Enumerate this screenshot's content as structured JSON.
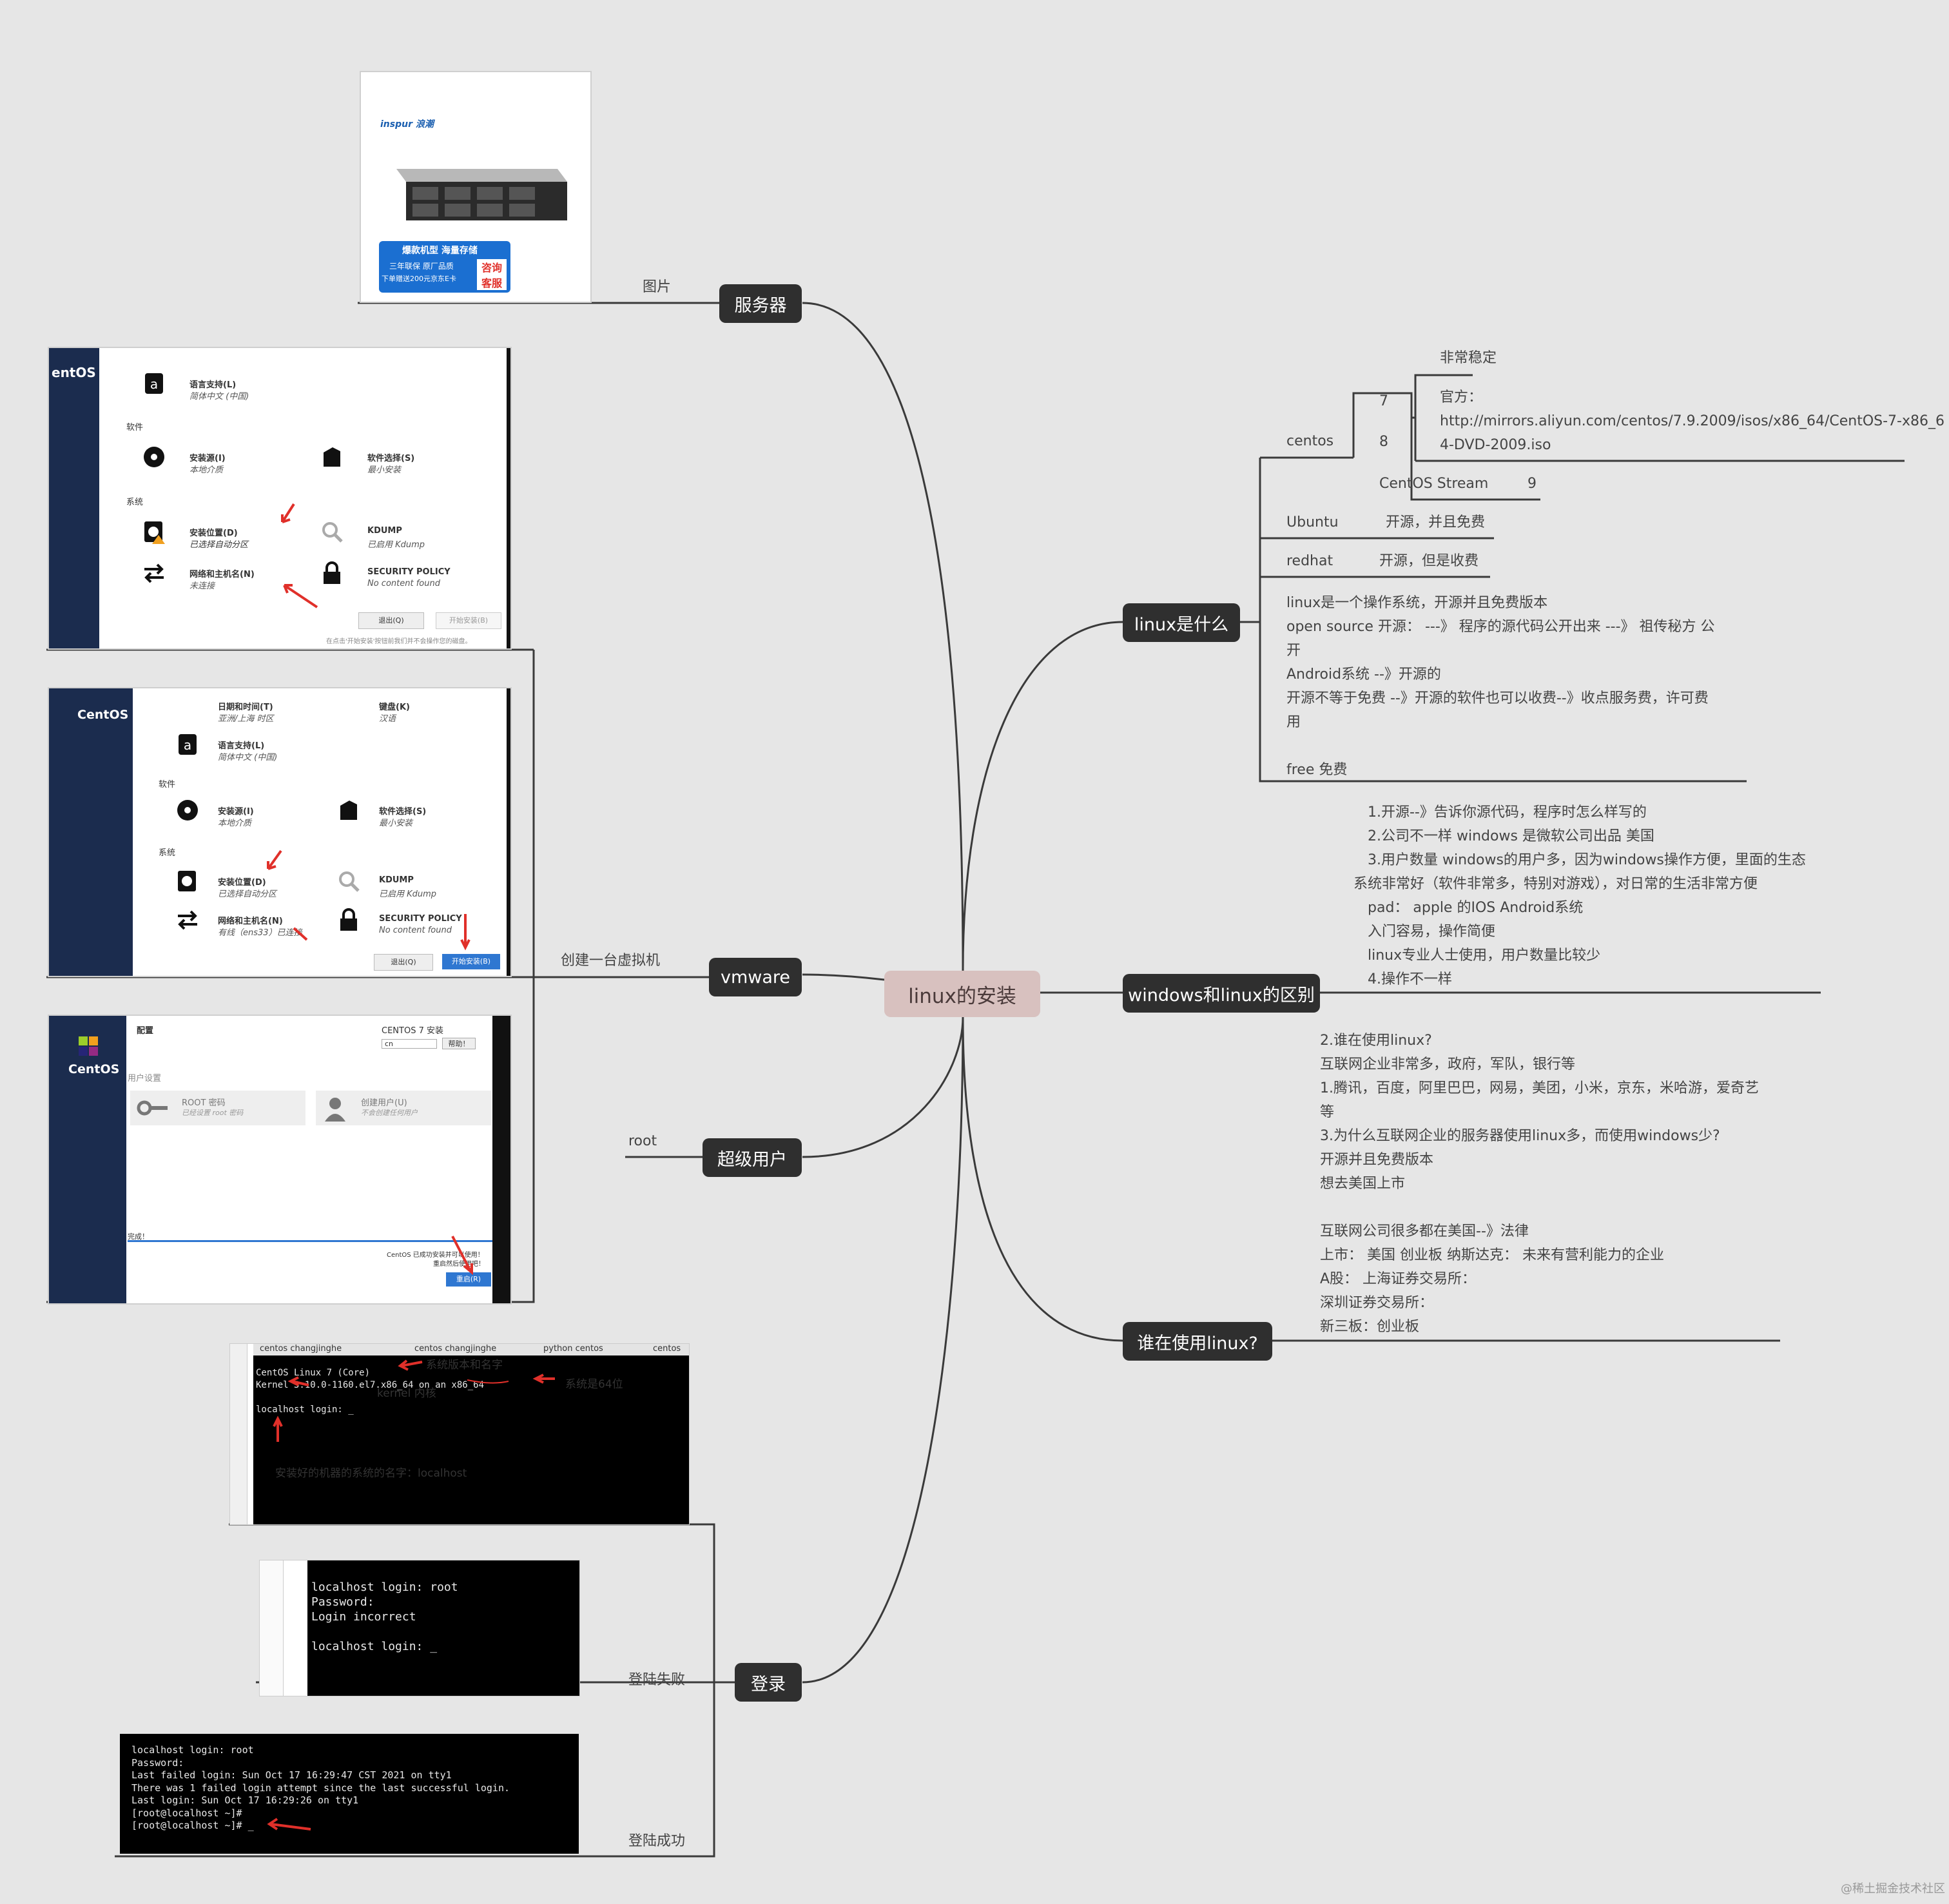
{
  "root": {
    "label": "linux的安装"
  },
  "branches": {
    "server": {
      "label": "服务器",
      "sub_label": "图片"
    },
    "vmware": {
      "label": "vmware",
      "sub_label": "创建一台虚拟机"
    },
    "superuser": {
      "label": "超级用户",
      "sub_label": "root"
    },
    "login": {
      "label": "登录",
      "fail_label": "登陆失败",
      "success_label": "登陆成功"
    },
    "what": {
      "label": "linux是什么",
      "centos": "centos",
      "v7": "7",
      "v8": "8",
      "stable": "非常稳定",
      "official": "官方：",
      "url_line1": "http://mirrors.aliyun.com/centos/7.9.2009/isos/x86_64/CentOS-7-x86_6",
      "url_line2": "4-DVD-2009.iso",
      "stream": "CentOS Stream",
      "v9": "9",
      "ubuntu": "Ubuntu",
      "ubuntu_desc": "开源，并且免费",
      "redhat": "redhat",
      "redhat_desc": "开源，但是收费",
      "desc_lines": [
        "linux是一个操作系统，开源并且免费版本",
        "   open source 开源：  ---》 程序的源代码公开出来 ---》  祖传秘方  公",
        "开",
        "   Android系统 --》开源的",
        "   开源不等于免费  --》开源的软件也可以收费--》收点服务费，许可费",
        "用",
        "",
        "   free 免费"
      ]
    },
    "diff": {
      "label": "windows和linux的区别",
      "lines": [
        "1.开源--》告诉你源代码，程序时怎么样写的",
        "2.公司不一样  windows 是微软公司出品 美国",
        "3.用户数量  windows的用户多，因为windows操作方便，里面的生态",
        "系统非常好（软件非常多，特别对游戏），对日常的生活非常方便",
        "  pad：  apple 的IOS   Android系统",
        "  入门容易，操作简便",
        "  linux专业人士使用，用户数量比较少",
        "4.操作不一样"
      ]
    },
    "who": {
      "label": "谁在使用linux?",
      "lines": [
        "2.谁在使用linux?",
        " 互联网企业非常多，政府，军队，银行等",
        " 1.腾讯，百度，阿里巴巴，网易，美团，小米，京东，米哈游，爱奇艺",
        "等",
        "3.为什么互联网企业的服务器使用linux多，而使用windows少?",
        " 开源并且免费版本",
        " 想去美国上市",
        "",
        " 互联网公司很多都在美国--》法律",
        " 上市：  美国 创业板 纳斯达克：  未来有营利能力的企业",
        " A股：   上海证券交易所：",
        " 深圳证券交易所：",
        " 新三板：创业板"
      ]
    }
  },
  "images": {
    "server": {
      "brand": "inspur 浪潮",
      "banner1": "爆款机型 海量存储",
      "banner2": "三年联保 原厂品质",
      "banner3": "下单赠送200元京东E卡",
      "cta": "咨询客服"
    },
    "install1": {
      "logo": "entOS",
      "lang_title": "语言支持(L)",
      "lang_sub": "简体中文 (中国)",
      "software": "软件",
      "source_title": "安装源(I)",
      "source_sub": "本地介质",
      "select_title": "软件选择(S)",
      "select_sub": "最小安装",
      "system": "系统",
      "dest_title": "安装位置(D)",
      "dest_sub": "已选择自动分区",
      "kdump_title": "KDUMP",
      "kdump_sub": "已启用 Kdump",
      "net_title": "网络和主机名(N)",
      "net_sub": "未连接",
      "sec_title": "SECURITY POLICY",
      "sec_sub": "No content found",
      "quit": "退出(Q)",
      "begin": "开始安装(B)",
      "note": "在点击'开始安装'按钮前我们并不会操作您的磁盘。"
    },
    "install2": {
      "logo": "CentOS",
      "time_title": "日期和时间(T)",
      "time_sub": "亚洲/上海 时区",
      "kbd_title": "键盘(K)",
      "kbd_sub": "汉语",
      "lang_title": "语言支持(L)",
      "lang_sub": "简体中文 (中国)",
      "software": "软件",
      "source_title": "安装源(I)",
      "source_sub": "本地介质",
      "select_title": "软件选择(S)",
      "select_sub": "最小安装",
      "system": "系统",
      "dest_title": "安装位置(D)",
      "dest_sub": "已选择自动分区",
      "kdump_title": "KDUMP",
      "kdump_sub": "已启用 Kdump",
      "net_title": "网络和主机名(N)",
      "net_sub": "有线（ens33）已连接",
      "sec_title": "SECURITY POLICY",
      "sec_sub": "No content found",
      "quit": "退出(Q)",
      "begin": "开始安装(B)"
    },
    "install3": {
      "logo": "CentOS",
      "config": "配置",
      "product": "CENTOS 7 安装",
      "kbd": "cn",
      "help": "帮助！",
      "user_settings": "用户设置",
      "root_title": "ROOT 密码",
      "root_sub": "已经设置 root 密码",
      "user_title": "创建用户(U)",
      "user_sub": "不会创建任何用户",
      "done": "完成！",
      "msg1": "CentOS 已成功安装并可以使用！",
      "msg2": "重启然后使用吧！",
      "reboot": "重启(R)"
    },
    "console1": {
      "tabs": [
        "centos changjinghe",
        "centos changjinghe",
        "python centos",
        "centos"
      ],
      "lines": [
        "CentOS Linux 7 (Core)",
        "Kernel 3.10.0-1160.el7.x86_64 on an x86_64",
        "",
        "localhost login: _"
      ],
      "ann_version": "系统版本和名字",
      "ann_kernel": "kernel 内核",
      "ann_64": "系统是64位",
      "ann_host": "安装好的机器的系统的名字：localhost"
    },
    "console2": {
      "lines": [
        "localhost login: root",
        "Password:",
        "Login incorrect",
        "",
        "localhost login: _"
      ]
    },
    "console3": {
      "lines": [
        "localhost login: root",
        "Password:",
        "Last failed login: Sun Oct 17 16:29:47 CST 2021 on tty1",
        "There was 1 failed login attempt since the last successful login.",
        "Last login: Sun Oct 17 16:29:26 on tty1",
        "[root@localhost ~]#",
        "[root@localhost ~]# _"
      ]
    }
  },
  "watermark": "@稀土掘金技术社区"
}
